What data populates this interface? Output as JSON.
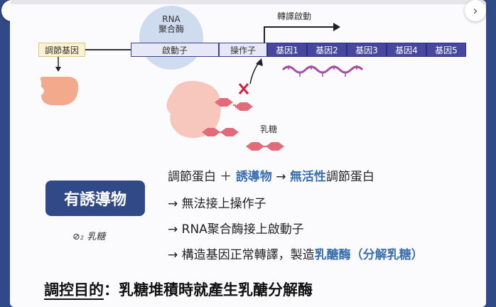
{
  "navigation": {
    "prev_icon": "‹",
    "next_icon": "›"
  },
  "diagram": {
    "regulatory_gene": "調節基因",
    "rna_polymerase": [
      "RNA",
      "聚合酶"
    ],
    "promoter": "啟動子",
    "operator": "操作子",
    "transcription_start": "轉譯啟動",
    "genes": [
      "基因1",
      "基因2",
      "基因3",
      "基因4",
      "基因5"
    ],
    "lactose": "乳糖"
  },
  "badge": "有誘導物",
  "hand_note": "⊘₂ 乳糖",
  "lines": {
    "l1": {
      "a": "調節蛋白 ＋ ",
      "b": "誘導物",
      "c": " → ",
      "d": "無活性",
      "e": "調節蛋白"
    },
    "l2": "→ 無法接上操作子",
    "l3": "→ RNA聚合酶接上啟動子",
    "l4": {
      "a": "→ 構造基因正常轉譯，製造",
      "b": "乳醣酶（分解乳糖）"
    }
  },
  "purpose": {
    "label": "調控目的",
    "text": "：乳糖堆積時就產生乳醣分解酶"
  },
  "colors": {
    "navy": "#2f4a86",
    "gene": "#4747a0",
    "accent": "#3a6fb0",
    "hex": "#e26b7a",
    "mrna": "#a64fa6"
  }
}
